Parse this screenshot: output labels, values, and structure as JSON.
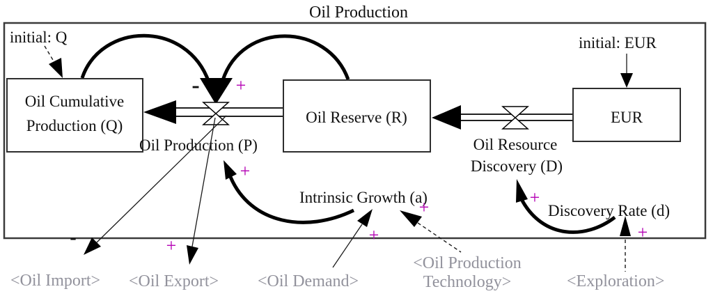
{
  "title": "Oil Production",
  "colors": {
    "line": "#000000",
    "box_stroke": "#2e2e2e",
    "plus_sign": "#b400b4",
    "minus_sign": "#101010",
    "shadow_text": "#92929c",
    "background": "#ffffff"
  },
  "stocks": {
    "q": {
      "line1": "Oil Cumulative",
      "line2": "Production (Q)",
      "initial_label": "initial: Q"
    },
    "r": {
      "label": "Oil Reserve (R)"
    },
    "eur": {
      "label": "EUR",
      "initial_label": "initial: EUR"
    }
  },
  "flows": {
    "production": {
      "label": "Oil Production (P)"
    },
    "discovery": {
      "line1": "Oil Resource",
      "line2": "Discovery (D)"
    }
  },
  "auxiliaries": {
    "intrinsic_growth": {
      "label": "Intrinsic Growth (a)"
    },
    "discovery_rate": {
      "label": "Discovery Rate (d)"
    }
  },
  "shadow_variables": {
    "oil_import": {
      "label": "<Oil Import>"
    },
    "oil_export": {
      "label": "<Oil Export>"
    },
    "oil_demand": {
      "label": "<Oil Demand>"
    },
    "oil_production_technology": {
      "line1": "<Oil Production",
      "line2": "Technology>"
    },
    "exploration": {
      "label": "<Exploration>"
    }
  },
  "polarities": {
    "cumulative_to_production": "-",
    "reserve_to_production": "+",
    "production_to_import": "-",
    "production_to_export": "+",
    "demand_to_growth": "+",
    "growth_to_production": "+",
    "technology_to_growth": "+",
    "rate_to_discovery": "+",
    "exploration_to_rate": "+"
  }
}
